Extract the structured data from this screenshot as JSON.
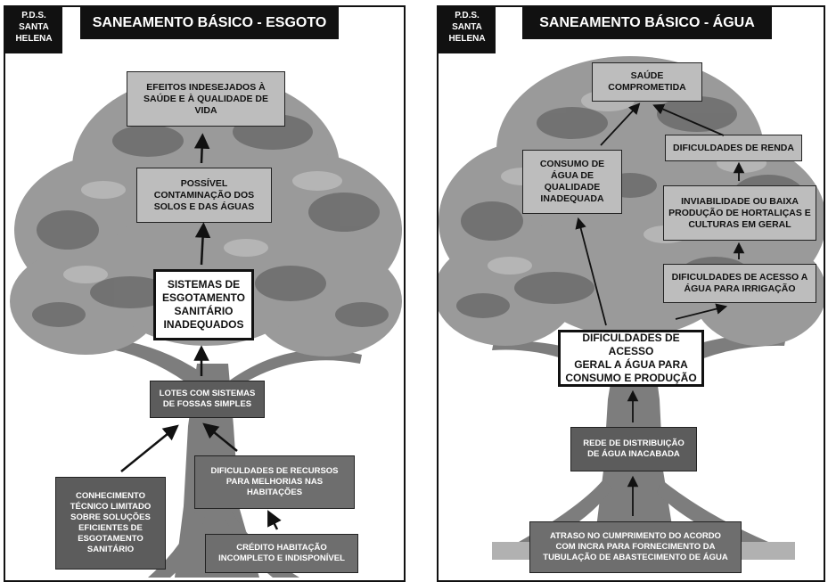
{
  "left": {
    "tag": [
      "P.D.S.",
      "SANTA",
      "HELENA"
    ],
    "title": "SANEAMENTO BÁSICO - ESGOTO",
    "boxes": {
      "effects": "EFEITOS INDESEJADOS À\nSAÚDE E À QUALIDADE DE\nVIDA",
      "contamination": "POSSÍVEL\nCONTAMINAÇÃO DOS\nSOLOS E DAS ÁGUAS",
      "core": "SISTEMAS DE\nESGOTAMENTO\nSANITÁRIO\nINADEQUADOS",
      "lots": "LOTES COM SISTEMAS\nDE FOSSAS SIMPLES",
      "knowledge": "CONHECIMENTO\nTÉCNICO LIMITADO\nSOBRE SOLUÇÕES\nEFICIENTES DE\nESGOTAMENTO\nSANITÁRIO",
      "resources": "DIFICULDADES DE RECURSOS\nPARA MELHORIAS NAS\nHABITAÇÕES",
      "credit": "CRÉDITO HABITAÇÃO\nINCOMPLETO E INDISPONÍVEL"
    }
  },
  "right": {
    "tag": [
      "P.D.S.",
      "SANTA",
      "HELENA"
    ],
    "title": "SANEAMENTO BÁSICO - ÁGUA",
    "boxes": {
      "health": "SAÚDE\nCOMPROMETIDA",
      "consumption": "CONSUMO DE\nÁGUA DE\nQUALIDADE\nINADEQUADA",
      "income": "DIFICULDADES DE RENDA",
      "production": "INVIABILIDADE OU BAIXA\nPRODUÇÃO DE HORTALIÇAS E\nCULTURAS EM GERAL",
      "irrigation": "DIFICULDADES DE ACESSO A\nÁGUA PARA IRRIGAÇÃO",
      "core": "DIFICULDADES DE ACESSO\nGERAL A ÁGUA PARA\nCONSUMO E PRODUÇÃO",
      "network": "REDE DE DISTRIBUIÇÃO\nDE ÁGUA INACABADA",
      "delay": "ATRASO NO CUMPRIMENTO DO ACORDO\nCOM INCRA PARA FORNECIMENTO DA\nTUBULAÇÃO DE ABASTECIMENTO DE ÁGUA"
    }
  },
  "colors": {
    "foliage_light": "#9a9a9a",
    "foliage_dark": "#6a6a6a",
    "trunk": "#7f7f7f",
    "header": "#111111"
  }
}
